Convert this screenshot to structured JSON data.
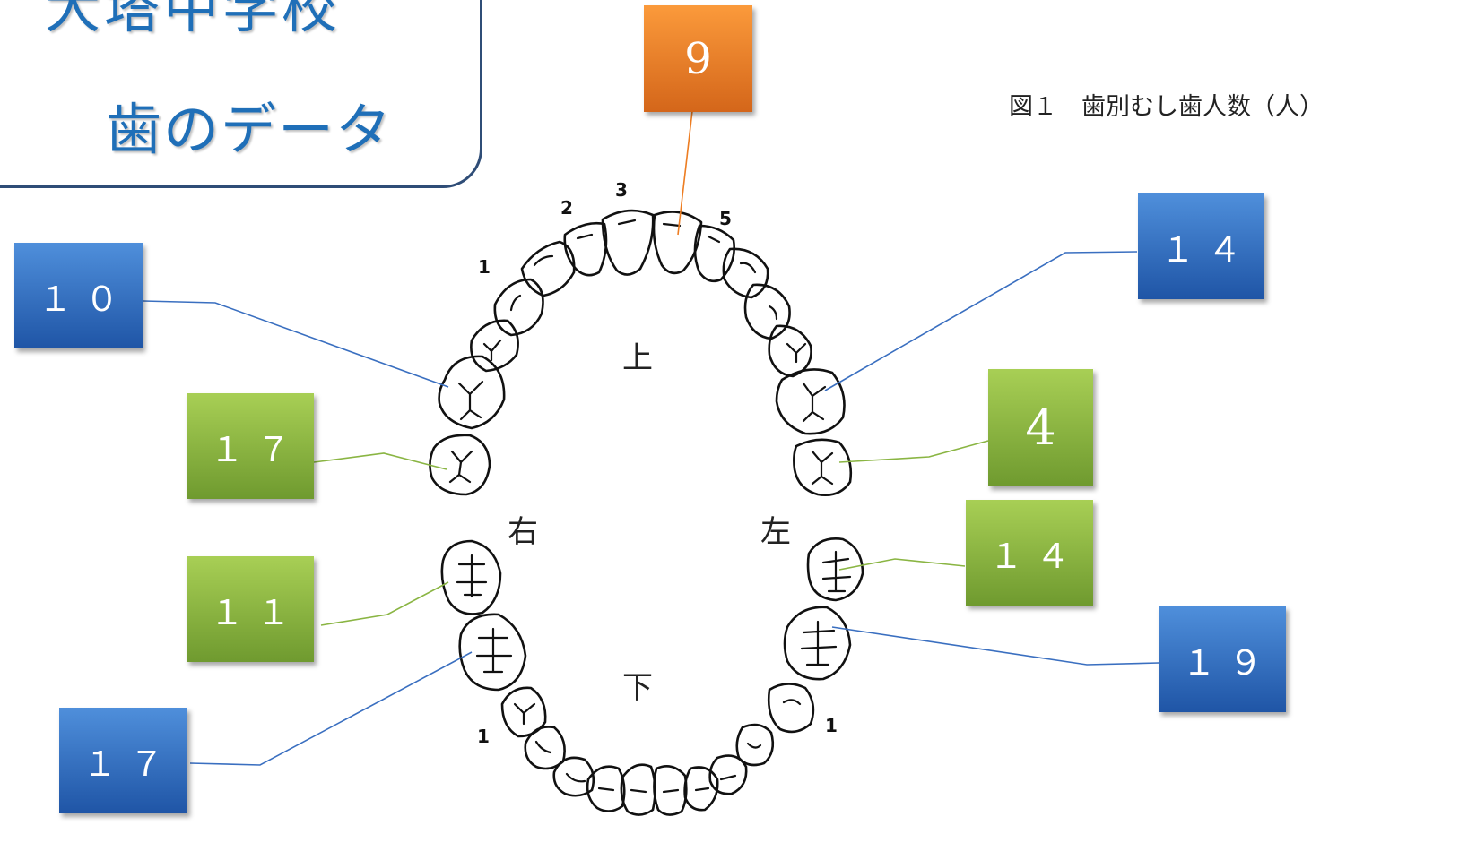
{
  "title": {
    "line1": "大塔中学校",
    "line2": "歯のデータ"
  },
  "figure_caption": "図１　歯別むし歯人数（人）",
  "jaw_labels": {
    "upper": "上",
    "lower": "下",
    "right": "右",
    "left": "左"
  },
  "tooth_numbers": [
    "3",
    "2",
    "5",
    "1",
    "1",
    "1"
  ],
  "callouts": {
    "upper_front": "9",
    "upper_right_blue": "１０",
    "upper_right_green": "１７",
    "upper_left_blue": "１４",
    "upper_left_green": "4",
    "lower_left_green": "１４",
    "lower_left_blue": "１９",
    "lower_right_green": "１１",
    "lower_right_blue": "１７"
  },
  "colors": {
    "blue": "#2f6cc0",
    "green": "#8ab543",
    "orange": "#ed7d22",
    "title": "#1f6fb8"
  }
}
